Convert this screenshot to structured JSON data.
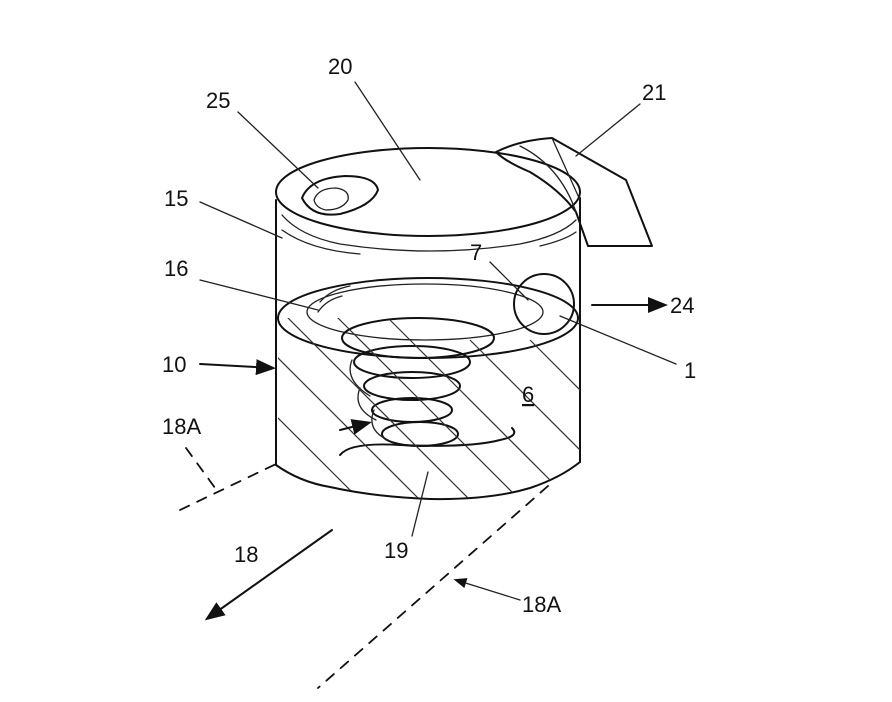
{
  "labels": {
    "n20": "20",
    "n25": "25",
    "n21": "21",
    "n15": "15",
    "n7": "7",
    "n16": "16",
    "n24": "24",
    "n10": "10",
    "n1": "1",
    "n6": "6",
    "n18a_left": "18A",
    "n18": "18",
    "n19": "19",
    "n18a_right": "18A"
  }
}
